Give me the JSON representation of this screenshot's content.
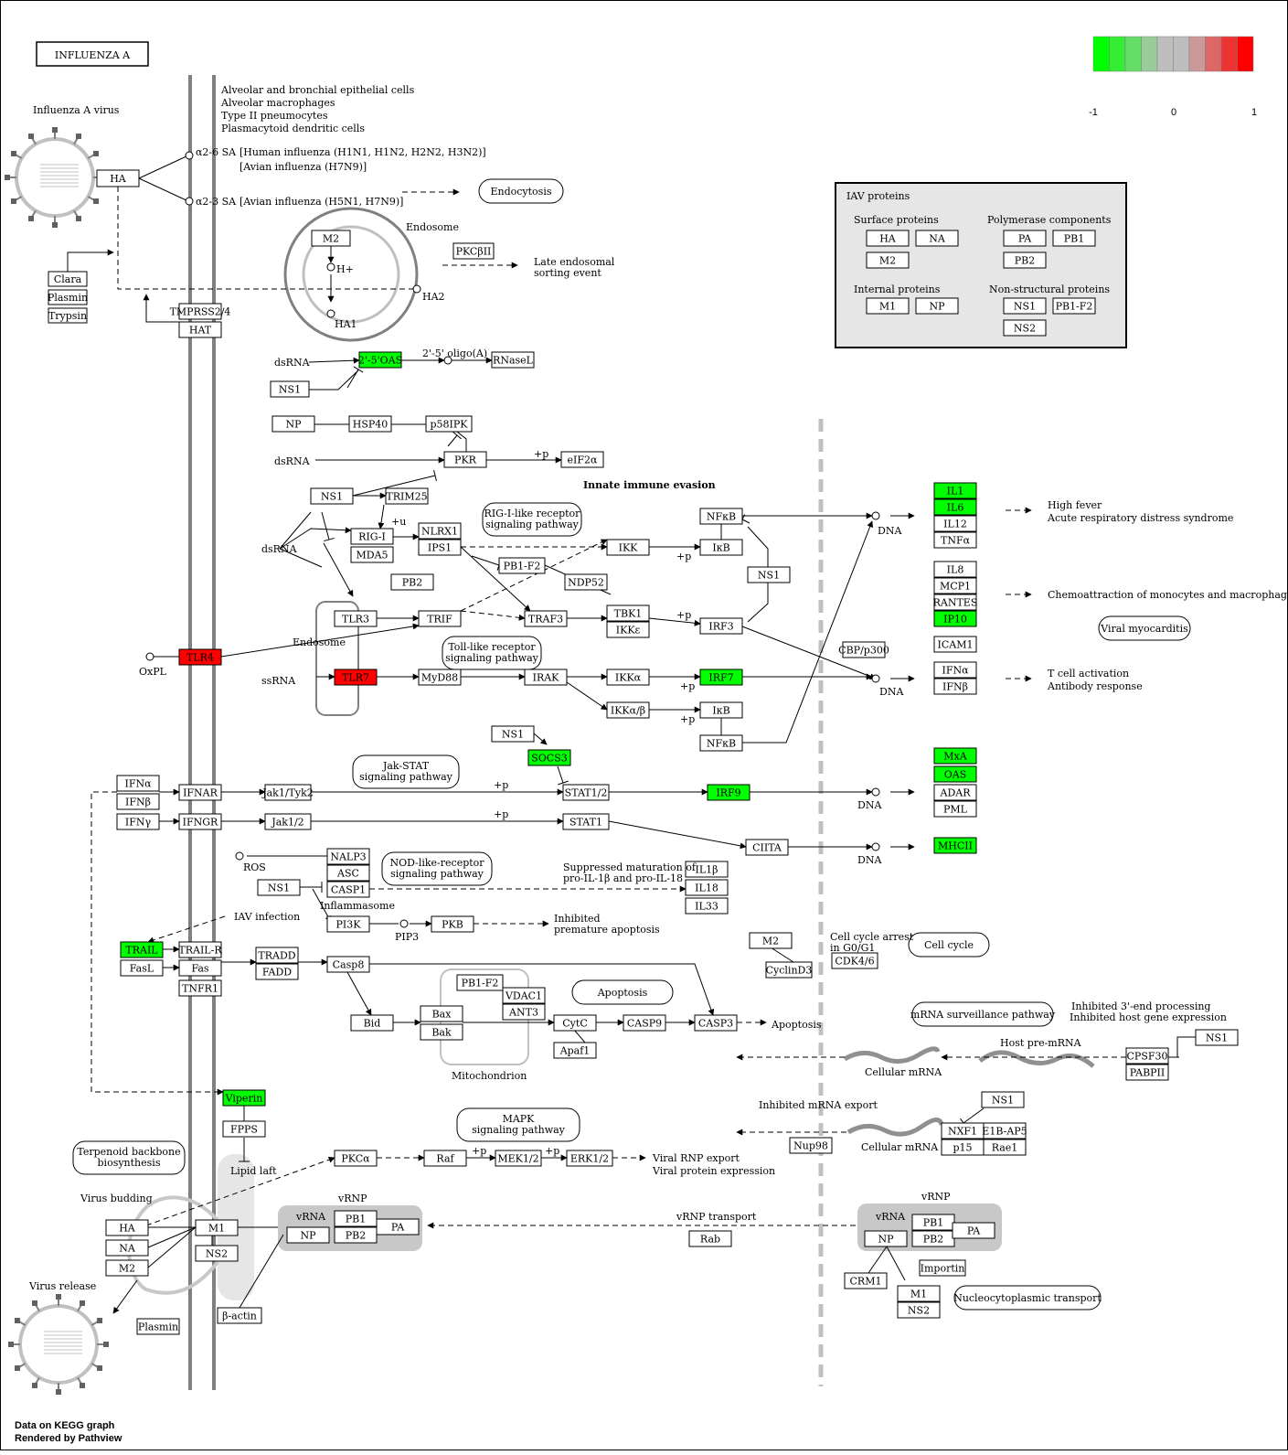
{
  "title": "INFLUENZA A",
  "footer": [
    "Data on KEGG graph",
    "Rendered by Pathview"
  ],
  "legend": {
    "colors": [
      "#00ff00",
      "#33ee33",
      "#66dd66",
      "#99cc99",
      "#bebebe",
      "#bebebe",
      "#cc9999",
      "#dd6666",
      "#ee3333",
      "#ff0000"
    ],
    "ticks": [
      "-1",
      "0",
      "1"
    ]
  },
  "colors": {
    "up": "#ff0000",
    "down": "#00ff00",
    "none": "#ffffff",
    "gray_line": "#808080",
    "panel": "#e6e6e6"
  },
  "genes": [
    {
      "id": "HA",
      "label": "HA",
      "color": "none"
    },
    {
      "id": "Clara",
      "label": "Clara",
      "color": "none"
    },
    {
      "id": "Plasmin",
      "label": "Plasmin",
      "color": "none"
    },
    {
      "id": "Trypsin",
      "label": "Trypsin",
      "color": "none"
    },
    {
      "id": "TMPRSS2",
      "label": "TMPRSS2/4",
      "color": "none"
    },
    {
      "id": "HAT",
      "label": "HAT",
      "color": "none"
    },
    {
      "id": "M2",
      "label": "M2",
      "color": "none"
    },
    {
      "id": "PKCBII",
      "label": "PKCβII",
      "color": "none"
    },
    {
      "id": "OAS2",
      "label": "2'-5'OAS",
      "color": "down"
    },
    {
      "id": "RNaseL",
      "label": "RNaseL",
      "color": "none"
    },
    {
      "id": "NS1a",
      "label": "NS1",
      "color": "none"
    },
    {
      "id": "NPa",
      "label": "NP",
      "color": "none"
    },
    {
      "id": "HSP40",
      "label": "HSP40",
      "color": "none"
    },
    {
      "id": "p58IPK",
      "label": "p58IPK",
      "color": "none"
    },
    {
      "id": "PKR",
      "label": "PKR",
      "color": "none"
    },
    {
      "id": "eIF2a",
      "label": "eIF2α",
      "color": "none"
    },
    {
      "id": "NS1b",
      "label": "NS1",
      "color": "none"
    },
    {
      "id": "TRIM25",
      "label": "TRIM25",
      "color": "none"
    },
    {
      "id": "RIGI",
      "label": "RIG-I",
      "color": "none"
    },
    {
      "id": "MDA5",
      "label": "MDA5",
      "color": "none"
    },
    {
      "id": "NLRX1",
      "label": "NLRX1",
      "color": "none"
    },
    {
      "id": "IPS1",
      "label": "IPS1",
      "color": "none"
    },
    {
      "id": "PB2a",
      "label": "PB2",
      "color": "none"
    },
    {
      "id": "PB1F2a",
      "label": "PB1-F2",
      "color": "none"
    },
    {
      "id": "NDP52",
      "label": "NDP52",
      "color": "none"
    },
    {
      "id": "IKK",
      "label": "IKK",
      "color": "none"
    },
    {
      "id": "NFkBa",
      "label": "NFκB",
      "color": "none"
    },
    {
      "id": "IkBa",
      "label": "IκB",
      "color": "none"
    },
    {
      "id": "NS1c",
      "label": "NS1",
      "color": "none"
    },
    {
      "id": "TLR3",
      "label": "TLR3",
      "color": "none"
    },
    {
      "id": "TRIF",
      "label": "TRIF",
      "color": "none"
    },
    {
      "id": "TRAF3",
      "label": "TRAF3",
      "color": "none"
    },
    {
      "id": "TBK1",
      "label": "TBK1",
      "color": "none"
    },
    {
      "id": "IKKe",
      "label": "IKKε",
      "color": "none"
    },
    {
      "id": "IRF3",
      "label": "IRF3",
      "color": "none"
    },
    {
      "id": "TLR4",
      "label": "TLR4",
      "color": "up"
    },
    {
      "id": "TLR7",
      "label": "TLR7",
      "color": "up"
    },
    {
      "id": "MyD88",
      "label": "MyD88",
      "color": "none"
    },
    {
      "id": "IRAK",
      "label": "IRAK",
      "color": "none"
    },
    {
      "id": "IKKa",
      "label": "IKKα",
      "color": "none"
    },
    {
      "id": "IRF7",
      "label": "IRF7",
      "color": "down"
    },
    {
      "id": "IKKab",
      "label": "IKKα/β",
      "color": "none"
    },
    {
      "id": "IkBb",
      "label": "IκB",
      "color": "none"
    },
    {
      "id": "NFkBb",
      "label": "NFκB",
      "color": "none"
    },
    {
      "id": "CBP",
      "label": "CBP/p300",
      "color": "none"
    },
    {
      "id": "IL1",
      "label": "IL1",
      "color": "down"
    },
    {
      "id": "IL6",
      "label": "IL6",
      "color": "down"
    },
    {
      "id": "IL12",
      "label": "IL12",
      "color": "none"
    },
    {
      "id": "TNFa",
      "label": "TNFα",
      "color": "none"
    },
    {
      "id": "IL8",
      "label": "IL8",
      "color": "none"
    },
    {
      "id": "MCP1",
      "label": "MCP1",
      "color": "none"
    },
    {
      "id": "RANTES",
      "label": "RANTES",
      "color": "none"
    },
    {
      "id": "IP10",
      "label": "IP10",
      "color": "down"
    },
    {
      "id": "ICAM1",
      "label": "ICAM1",
      "color": "none"
    },
    {
      "id": "IFNa2",
      "label": "IFNα",
      "color": "none"
    },
    {
      "id": "IFNb2",
      "label": "IFNβ",
      "color": "none"
    },
    {
      "id": "NS1d",
      "label": "NS1",
      "color": "none"
    },
    {
      "id": "SOCS3",
      "label": "SOCS3",
      "color": "down"
    },
    {
      "id": "IFNa",
      "label": "IFNα",
      "color": "none"
    },
    {
      "id": "IFNb",
      "label": "IFNβ",
      "color": "none"
    },
    {
      "id": "IFNg",
      "label": "IFNγ",
      "color": "none"
    },
    {
      "id": "IFNAR",
      "label": "IFNAR",
      "color": "none"
    },
    {
      "id": "IFNGR",
      "label": "IFNGR",
      "color": "none"
    },
    {
      "id": "Jak1Tyk2",
      "label": "Jak1/Tyk2",
      "color": "none"
    },
    {
      "id": "Jak12",
      "label": "Jak1/2",
      "color": "none"
    },
    {
      "id": "STAT12",
      "label": "STAT1/2",
      "color": "none"
    },
    {
      "id": "STAT1",
      "label": "STAT1",
      "color": "none"
    },
    {
      "id": "IRF9",
      "label": "IRF9",
      "color": "down"
    },
    {
      "id": "CIITA",
      "label": "CIITA",
      "color": "none"
    },
    {
      "id": "MxA",
      "label": "MxA",
      "color": "down"
    },
    {
      "id": "OAS",
      "label": "OAS",
      "color": "down"
    },
    {
      "id": "ADAR",
      "label": "ADAR",
      "color": "none"
    },
    {
      "id": "PML",
      "label": "PML",
      "color": "none"
    },
    {
      "id": "MHCII",
      "label": "MHCII",
      "color": "down"
    },
    {
      "id": "NALP3",
      "label": "NALP3",
      "color": "none"
    },
    {
      "id": "ASC",
      "label": "ASC",
      "color": "none"
    },
    {
      "id": "CASP1",
      "label": "CASP1",
      "color": "none"
    },
    {
      "id": "NS1e",
      "label": "NS1",
      "color": "none"
    },
    {
      "id": "IL1B",
      "label": "IL1β",
      "color": "none"
    },
    {
      "id": "IL18",
      "label": "IL18",
      "color": "none"
    },
    {
      "id": "IL33",
      "label": "IL33",
      "color": "none"
    },
    {
      "id": "PI3K",
      "label": "PI3K",
      "color": "none"
    },
    {
      "id": "PKB",
      "label": "PKB",
      "color": "none"
    },
    {
      "id": "TRAIL",
      "label": "TRAIL",
      "color": "down"
    },
    {
      "id": "FasL",
      "label": "FasL",
      "color": "none"
    },
    {
      "id": "TRAILR",
      "label": "TRAIL-R",
      "color": "none"
    },
    {
      "id": "Fas",
      "label": "Fas",
      "color": "none"
    },
    {
      "id": "TNFR1",
      "label": "TNFR1",
      "color": "none"
    },
    {
      "id": "TRADD",
      "label": "TRADD",
      "color": "none"
    },
    {
      "id": "FADD",
      "label": "FADD",
      "color": "none"
    },
    {
      "id": "Casp8",
      "label": "Casp8",
      "color": "none"
    },
    {
      "id": "Bid",
      "label": "Bid",
      "color": "none"
    },
    {
      "id": "Bax",
      "label": "Bax",
      "color": "none"
    },
    {
      "id": "Bak",
      "label": "Bak",
      "color": "none"
    },
    {
      "id": "PB1F2b",
      "label": "PB1-F2",
      "color": "none"
    },
    {
      "id": "VDAC1",
      "label": "VDAC1",
      "color": "none"
    },
    {
      "id": "ANT3",
      "label": "ANT3",
      "color": "none"
    },
    {
      "id": "CytC",
      "label": "CytC",
      "color": "none"
    },
    {
      "id": "Apaf1",
      "label": "Apaf1",
      "color": "none"
    },
    {
      "id": "CASP9",
      "label": "CASP9",
      "color": "none"
    },
    {
      "id": "CASP3",
      "label": "CASP3",
      "color": "none"
    },
    {
      "id": "M2b",
      "label": "M2",
      "color": "none"
    },
    {
      "id": "CyclinD3",
      "label": "CyclinD3",
      "color": "none"
    },
    {
      "id": "CDK46",
      "label": "CDK4/6",
      "color": "none"
    },
    {
      "id": "NS1f",
      "label": "NS1",
      "color": "none"
    },
    {
      "id": "CPSF30",
      "label": "CPSF30",
      "color": "none"
    },
    {
      "id": "PABPII",
      "label": "PABPII",
      "color": "none"
    },
    {
      "id": "NS1g",
      "label": "NS1",
      "color": "none"
    },
    {
      "id": "NXF1",
      "label": "NXF1",
      "color": "none"
    },
    {
      "id": "E1BAP5",
      "label": "E1B-AP5",
      "color": "none"
    },
    {
      "id": "p15",
      "label": "p15",
      "color": "none"
    },
    {
      "id": "Rae1",
      "label": "Rae1",
      "color": "none"
    },
    {
      "id": "Nup98",
      "label": "Nup98",
      "color": "none"
    },
    {
      "id": "Viperin",
      "label": "Viperin",
      "color": "down"
    },
    {
      "id": "FPPS",
      "label": "FPPS",
      "color": "none"
    },
    {
      "id": "PKCa",
      "label": "PKCα",
      "color": "none"
    },
    {
      "id": "Raf",
      "label": "Raf",
      "color": "none"
    },
    {
      "id": "MEK12",
      "label": "MEK1/2",
      "color": "none"
    },
    {
      "id": "ERK12",
      "label": "ERK1/2",
      "color": "none"
    },
    {
      "id": "HAb",
      "label": "HA",
      "color": "none"
    },
    {
      "id": "NAb",
      "label": "NA",
      "color": "none"
    },
    {
      "id": "M2c",
      "label": "M2",
      "color": "none"
    },
    {
      "id": "M1b",
      "label": "M1",
      "color": "none"
    },
    {
      "id": "NS2b",
      "label": "NS2",
      "color": "none"
    },
    {
      "id": "NPb",
      "label": "NP",
      "color": "none"
    },
    {
      "id": "PB1b",
      "label": "PB1",
      "color": "none"
    },
    {
      "id": "PB2b",
      "label": "PB2",
      "color": "none"
    },
    {
      "id": "PAb",
      "label": "PA",
      "color": "none"
    },
    {
      "id": "Rab",
      "label": "Rab",
      "color": "none"
    },
    {
      "id": "NPc",
      "label": "NP",
      "color": "none"
    },
    {
      "id": "PB1c",
      "label": "PB1",
      "color": "none"
    },
    {
      "id": "PB2c",
      "label": "PB2",
      "color": "none"
    },
    {
      "id": "PAc",
      "label": "PA",
      "color": "none"
    },
    {
      "id": "Importin",
      "label": "Importin",
      "color": "none"
    },
    {
      "id": "CRM1",
      "label": "CRM1",
      "color": "none"
    },
    {
      "id": "M1c",
      "label": "M1",
      "color": "none"
    },
    {
      "id": "NS2c",
      "label": "NS2",
      "color": "none"
    },
    {
      "id": "bactin",
      "label": "β-actin",
      "color": "none"
    },
    {
      "id": "Plasmin2",
      "label": "Plasmin",
      "color": "none"
    },
    {
      "id": "iHA",
      "label": "HA",
      "color": "none"
    },
    {
      "id": "iNA",
      "label": "NA",
      "color": "none"
    },
    {
      "id": "iM2",
      "label": "M2",
      "color": "none"
    },
    {
      "id": "iPA",
      "label": "PA",
      "color": "none"
    },
    {
      "id": "iPB1",
      "label": "PB1",
      "color": "none"
    },
    {
      "id": "iPB2",
      "label": "PB2",
      "color": "none"
    },
    {
      "id": "iM1",
      "label": "M1",
      "color": "none"
    },
    {
      "id": "iNP",
      "label": "NP",
      "color": "none"
    },
    {
      "id": "iNS1",
      "label": "NS1",
      "color": "none"
    },
    {
      "id": "iPB1F2",
      "label": "PB1-F2",
      "color": "none"
    },
    {
      "id": "iNS2",
      "label": "NS2",
      "color": "none"
    }
  ],
  "pathways": [
    {
      "id": "endocytosis",
      "label": "Endocytosis"
    },
    {
      "id": "rig",
      "label": "RIG-I-like receptor signaling pathway"
    },
    {
      "id": "toll",
      "label": "Toll-like receptor signaling pathway"
    },
    {
      "id": "jak",
      "label": "Jak-STAT signaling pathway"
    },
    {
      "id": "nod",
      "label": "NOD-like-receptor signaling pathway"
    },
    {
      "id": "apoptosis",
      "label": "Apoptosis"
    },
    {
      "id": "myocarditis",
      "label": "Viral myocarditis"
    },
    {
      "id": "cellcycle",
      "label": "Cell cycle"
    },
    {
      "id": "mrna",
      "label": "mRNA surveillance pathway"
    },
    {
      "id": "mapk",
      "label": "MAPK signaling pathway"
    },
    {
      "id": "terpenoid",
      "label": "Terpenoid backbone biosynthesis"
    },
    {
      "id": "nucleo",
      "label": "Nucleocytoplasmic transport"
    }
  ],
  "labels": [
    {
      "id": "virus",
      "text": "Influenza A virus"
    },
    {
      "id": "cells1",
      "text": "Alveolar and bronchial epithelial cells"
    },
    {
      "id": "cells2",
      "text": "Alveolar macrophages"
    },
    {
      "id": "cells3",
      "text": "Type II pneumocytes"
    },
    {
      "id": "cells4",
      "text": "Plasmacytoid dendritic cells"
    },
    {
      "id": "a26",
      "text": "α2-6 SA"
    },
    {
      "id": "hum",
      "text": "[Human influenza (H1N1, H1N2, H2N2, H3N2)]"
    },
    {
      "id": "av1",
      "text": "[Avian influenza (H7N9)]"
    },
    {
      "id": "a23",
      "text": "α2-3 SA"
    },
    {
      "id": "av2",
      "text": "[Avian influenza (H5N1, H7N9)]"
    },
    {
      "id": "endosome",
      "text": "Endosome"
    },
    {
      "id": "hplus",
      "text": "H+"
    },
    {
      "id": "ha2",
      "text": "HA2"
    },
    {
      "id": "ha1",
      "text": "HA1"
    },
    {
      "id": "late1",
      "text": "Late endosomal"
    },
    {
      "id": "late2",
      "text": "sorting event"
    },
    {
      "id": "dsrna1",
      "text": "dsRNA"
    },
    {
      "id": "oligo",
      "text": "2'-5' oligo(A)"
    },
    {
      "id": "dsrna2",
      "text": "dsRNA"
    },
    {
      "id": "p1",
      "text": "+p"
    },
    {
      "id": "evasion",
      "text": "Innate immune evasion"
    },
    {
      "id": "u",
      "text": "+u"
    },
    {
      "id": "dsrna3",
      "text": "dsRNA"
    },
    {
      "id": "p2",
      "text": "+p"
    },
    {
      "id": "p3",
      "text": "+p"
    },
    {
      "id": "endosome2",
      "text": "Endosome"
    },
    {
      "id": "oxpl",
      "text": "OxPL"
    },
    {
      "id": "ssrna",
      "text": "ssRNA"
    },
    {
      "id": "p4",
      "text": "+p"
    },
    {
      "id": "p5",
      "text": "+p"
    },
    {
      "id": "dna1",
      "text": "DNA"
    },
    {
      "id": "dna2",
      "text": "DNA"
    },
    {
      "id": "fever1",
      "text": "High fever"
    },
    {
      "id": "fever2",
      "text": "Acute respiratory distress syndrome"
    },
    {
      "id": "chemo",
      "text": "Chemoattraction of monocytes and macrophages"
    },
    {
      "id": "tcell1",
      "text": "T cell activation"
    },
    {
      "id": "tcell2",
      "text": "Antibody response"
    },
    {
      "id": "p6",
      "text": "+p"
    },
    {
      "id": "p7",
      "text": "+p"
    },
    {
      "id": "dna3",
      "text": "DNA"
    },
    {
      "id": "dna4",
      "text": "DNA"
    },
    {
      "id": "ros",
      "text": "ROS"
    },
    {
      "id": "inflam",
      "text": "Inflammasome"
    },
    {
      "id": "supp1",
      "text": "Suppressed maturation of"
    },
    {
      "id": "supp2",
      "text": "pro-IL-1β and pro-IL-18"
    },
    {
      "id": "iav",
      "text": "IAV infection"
    },
    {
      "id": "pip3",
      "text": "PIP3"
    },
    {
      "id": "inhib1",
      "text": "Inhibited"
    },
    {
      "id": "inhib2",
      "text": "premature apoptosis"
    },
    {
      "id": "mito",
      "text": "Mitochondrion"
    },
    {
      "id": "apop2",
      "text": "Apoptosis"
    },
    {
      "id": "arrest1",
      "text": "Cell cycle arrest"
    },
    {
      "id": "arrest2",
      "text": "in G0/G1"
    },
    {
      "id": "inh3a",
      "text": "Inhibited 3'-end processing"
    },
    {
      "id": "inh3b",
      "text": "Inhibited host gene expression"
    },
    {
      "id": "hostpre",
      "text": "Host pre-mRNA"
    },
    {
      "id": "cellm1",
      "text": "Cellular mRNA"
    },
    {
      "id": "inhexp",
      "text": "Inhibited mRNA export"
    },
    {
      "id": "cellm2",
      "text": "Cellular mRNA"
    },
    {
      "id": "lipid",
      "text": "Lipid laft"
    },
    {
      "id": "p8",
      "text": "+p"
    },
    {
      "id": "p9",
      "text": "+p"
    },
    {
      "id": "vexp1",
      "text": "Viral RNP export"
    },
    {
      "id": "vexp2",
      "text": "Viral protein expression"
    },
    {
      "id": "budding",
      "text": "Virus budding"
    },
    {
      "id": "vrnp1",
      "text": "vRNP"
    },
    {
      "id": "vrna1",
      "text": "vRNA"
    },
    {
      "id": "vtrans",
      "text": "vRNP transport"
    },
    {
      "id": "vrnp2",
      "text": "vRNP"
    },
    {
      "id": "vrna2",
      "text": "vRNA"
    },
    {
      "id": "release",
      "text": "Virus release"
    },
    {
      "id": "iav_title",
      "text": "IAV proteins"
    },
    {
      "id": "surf",
      "text": "Surface proteins"
    },
    {
      "id": "poly",
      "text": "Polymerase components"
    },
    {
      "id": "internal",
      "text": "Internal proteins"
    },
    {
      "id": "nonstruct",
      "text": "Non-structural proteins"
    }
  ]
}
